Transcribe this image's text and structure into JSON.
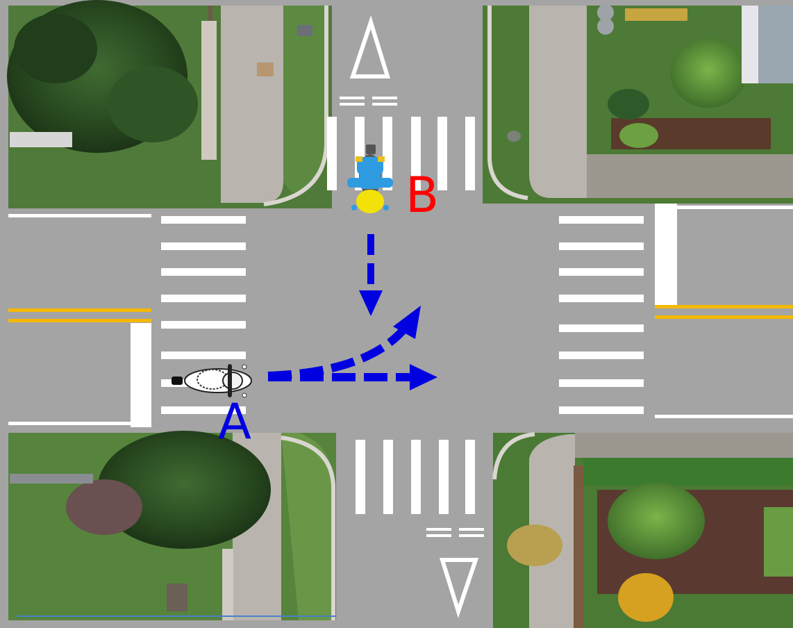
{
  "labels": {
    "vehicle_a": "A",
    "vehicle_b": "B"
  },
  "colors": {
    "road": "#a4a4a4",
    "marking_white": "#ffffff",
    "center_line_yellow": "#f5b800",
    "path_arrow": "#0000e0",
    "label_a": "#0000e0",
    "label_b": "#ff0000",
    "grass": "#4f7a3a",
    "pavement": "#b9b5ae",
    "vehicle_b_jacket": "#2f9be0",
    "vehicle_b_helmet": "#f2e20a"
  },
  "icons": {
    "vehicle_a": "motorcycle-icon",
    "vehicle_b": "motorcycle-icon",
    "lane_arrow_north": "triangle-arrow-icon",
    "lane_arrow_south": "triangle-arrow-icon"
  },
  "paths": {
    "vehicle_a": [
      "straight",
      "left-turn"
    ],
    "vehicle_b": [
      "straight"
    ]
  }
}
